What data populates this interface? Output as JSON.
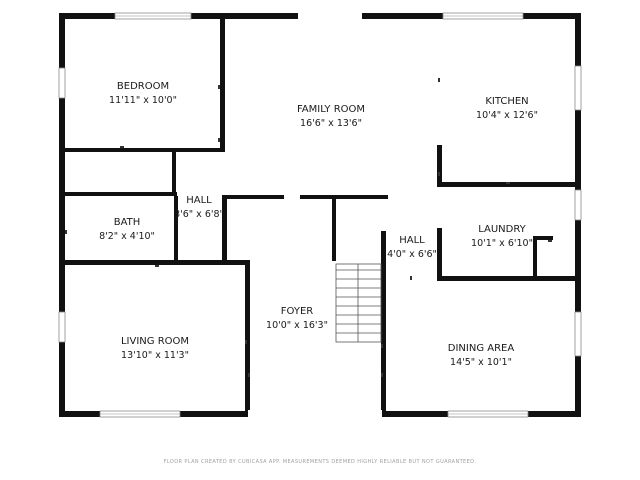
{
  "rooms": {
    "bedroom": {
      "name": "BEDROOM",
      "dims": "11'11\" x 10'0\""
    },
    "family_room": {
      "name": "FAMILY ROOM",
      "dims": "16'6\" x 13'6\""
    },
    "kitchen": {
      "name": "KITCHEN",
      "dims": "10'4\" x 12'6\""
    },
    "hall_1": {
      "name": "HALL",
      "dims": "3'6\" x 6'8\""
    },
    "bath": {
      "name": "BATH",
      "dims": "8'2\" x 4'10\""
    },
    "hall_2": {
      "name": "HALL",
      "dims": "4'0\" x 6'6\""
    },
    "laundry": {
      "name": "LAUNDRY",
      "dims": "10'1\" x 6'10\""
    },
    "foyer": {
      "name": "FOYER",
      "dims": "10'0\" x 16'3\""
    },
    "living_room": {
      "name": "LIVING ROOM",
      "dims": "13'10\" x 11'3\""
    },
    "dining_area": {
      "name": "DINING AREA",
      "dims": "14'5\" x 10'1\""
    }
  },
  "disclaimer": "FLOOR PLAN CREATED BY CUBICASA APP. MEASUREMENTS DEEMED HIGHLY RELIABLE BUT NOT GUARANTEED.",
  "colors": {
    "wall": "#111111",
    "background": "#ffffff",
    "text": "#1a1a1a"
  }
}
